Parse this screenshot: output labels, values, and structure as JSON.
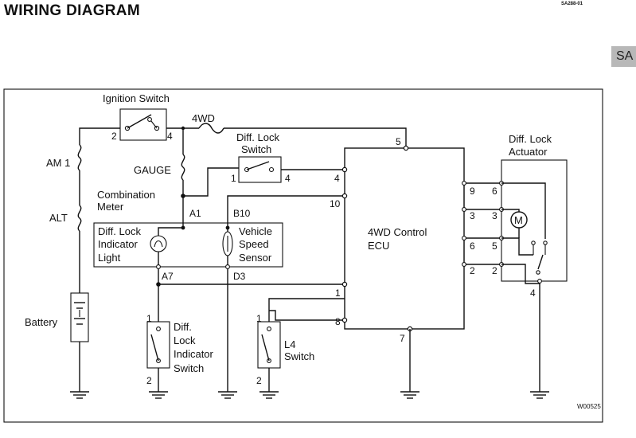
{
  "title": "WIRING DIAGRAM",
  "page_code": "SA288-01",
  "section_tab": "SA",
  "figure_code": "W00525",
  "components": {
    "ignition_switch": "Ignition Switch",
    "fuse_4wd": "4WD",
    "diff_lock_switch": [
      "Diff. Lock",
      "Switch"
    ],
    "diff_lock_actuator": [
      "Diff. Lock",
      "Actuator"
    ],
    "am1": "AM 1",
    "gauge": "GAUGE",
    "combination_meter": [
      "Combination",
      "Meter"
    ],
    "alt": "ALT",
    "indicator_light": [
      "Diff. Lock",
      "Indicator",
      "Light"
    ],
    "speed_sensor": [
      "Vehicle",
      "Speed",
      "Sensor"
    ],
    "ecu": [
      "4WD Control",
      "ECU"
    ],
    "battery": "Battery",
    "indicator_switch": [
      "Diff.",
      "Lock",
      "Indicator",
      "Switch"
    ],
    "l4_switch": [
      "L4",
      "Switch"
    ],
    "motor": "M"
  },
  "pins": {
    "ign_2": "2",
    "ign_4": "4",
    "dls_1": "1",
    "dls_4": "4",
    "ecu_5": "5",
    "ecu_4": "4",
    "ecu_10": "10",
    "ecu_1": "1",
    "ecu_8": "8",
    "ecu_7": "7",
    "ecu_9": "9",
    "ecu_3": "3",
    "ecu_6": "6",
    "ecu_2": "2",
    "act_6": "6",
    "act_3": "3",
    "act_5": "5",
    "act_2": "2",
    "act_4": "4",
    "meter_a1": "A1",
    "meter_b10": "B10",
    "meter_a7": "A7",
    "meter_d3": "D3",
    "dlis_1": "1",
    "dlis_2": "2",
    "l4_1": "1",
    "l4_2": "2"
  }
}
